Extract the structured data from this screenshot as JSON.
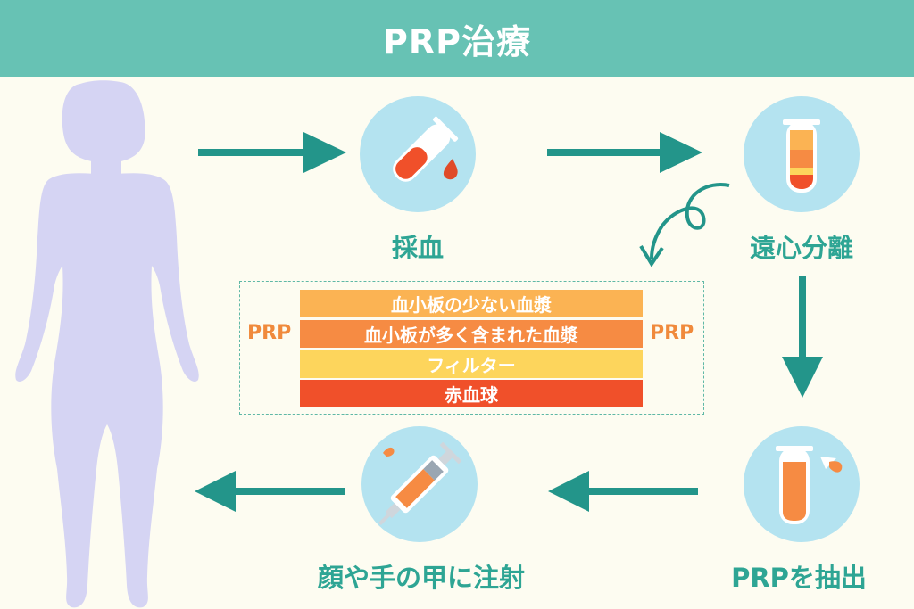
{
  "title": "PRP治療",
  "steps": {
    "blood_draw": "採血",
    "centrifuge": "遠心分離",
    "extract": "PRPを抽出",
    "inject": "顔や手の甲に注射"
  },
  "layers": {
    "side_label_left": "PRP",
    "side_label_right": "PRP",
    "items": [
      {
        "label": "血小板の少ない血漿",
        "color": "#fbb353"
      },
      {
        "label": "血小板が多く含まれた血漿",
        "color": "#f68b43"
      },
      {
        "label": "フィルター",
        "color": "#fdd55c"
      },
      {
        "label": "赤血球",
        "color": "#f0502a"
      }
    ]
  },
  "colors": {
    "header": "#67c2b4",
    "arrow": "#23958a",
    "circle": "#b4e3f0",
    "figure": "#d5d4f3",
    "label": "#2ea594",
    "prp_side": "#f08a3c",
    "background": "#fdfcf1"
  }
}
